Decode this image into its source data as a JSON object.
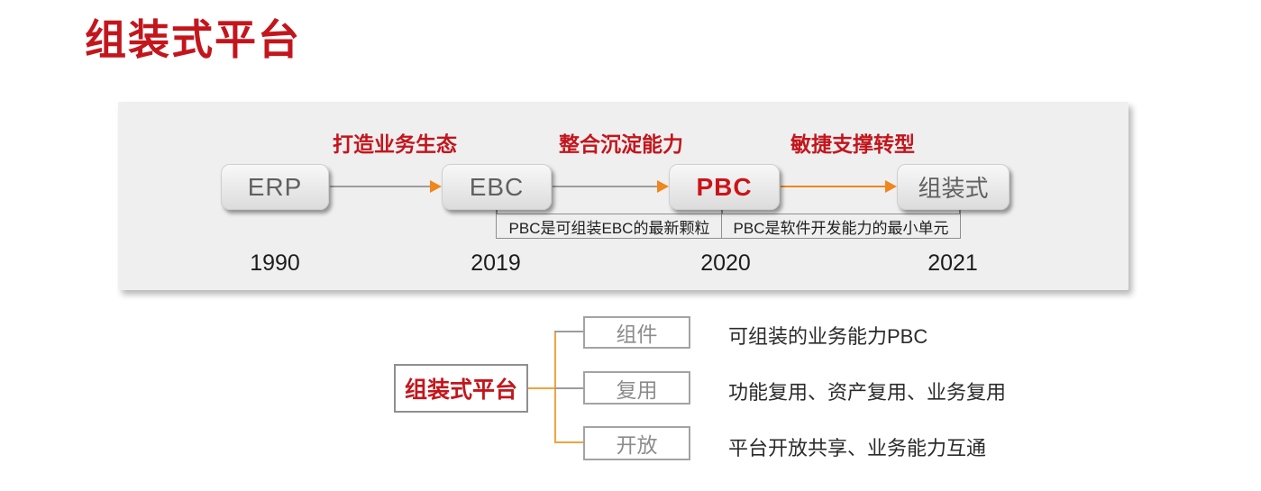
{
  "page": {
    "title": "组装式平台"
  },
  "colors": {
    "accent_red": "#c3161c",
    "accent_orange": "#f0861c",
    "panel_background": "#efeff0",
    "line_gray": "#9c9c9c"
  },
  "timeline": {
    "phase_labels": [
      "打造业务生态",
      "整合沉淀能力",
      "敏捷支撑转型"
    ],
    "nodes": [
      {
        "label": "ERP",
        "year": "1990"
      },
      {
        "label": "EBC",
        "year": "2019"
      },
      {
        "label": "PBC",
        "year": "2020"
      },
      {
        "label": "组装式",
        "year": "2021"
      }
    ],
    "callouts": [
      "PBC是可组装EBC的最新颗粒",
      "PBC是软件开发能力的最小单元"
    ]
  },
  "tree": {
    "root_label": "组装式平台",
    "branches": [
      {
        "label": "组件",
        "description": "可组装的业务能力PBC"
      },
      {
        "label": "复用",
        "description": "功能复用、资产复用、业务复用"
      },
      {
        "label": "开放",
        "description": "平台开放共享、业务能力互通"
      }
    ]
  }
}
